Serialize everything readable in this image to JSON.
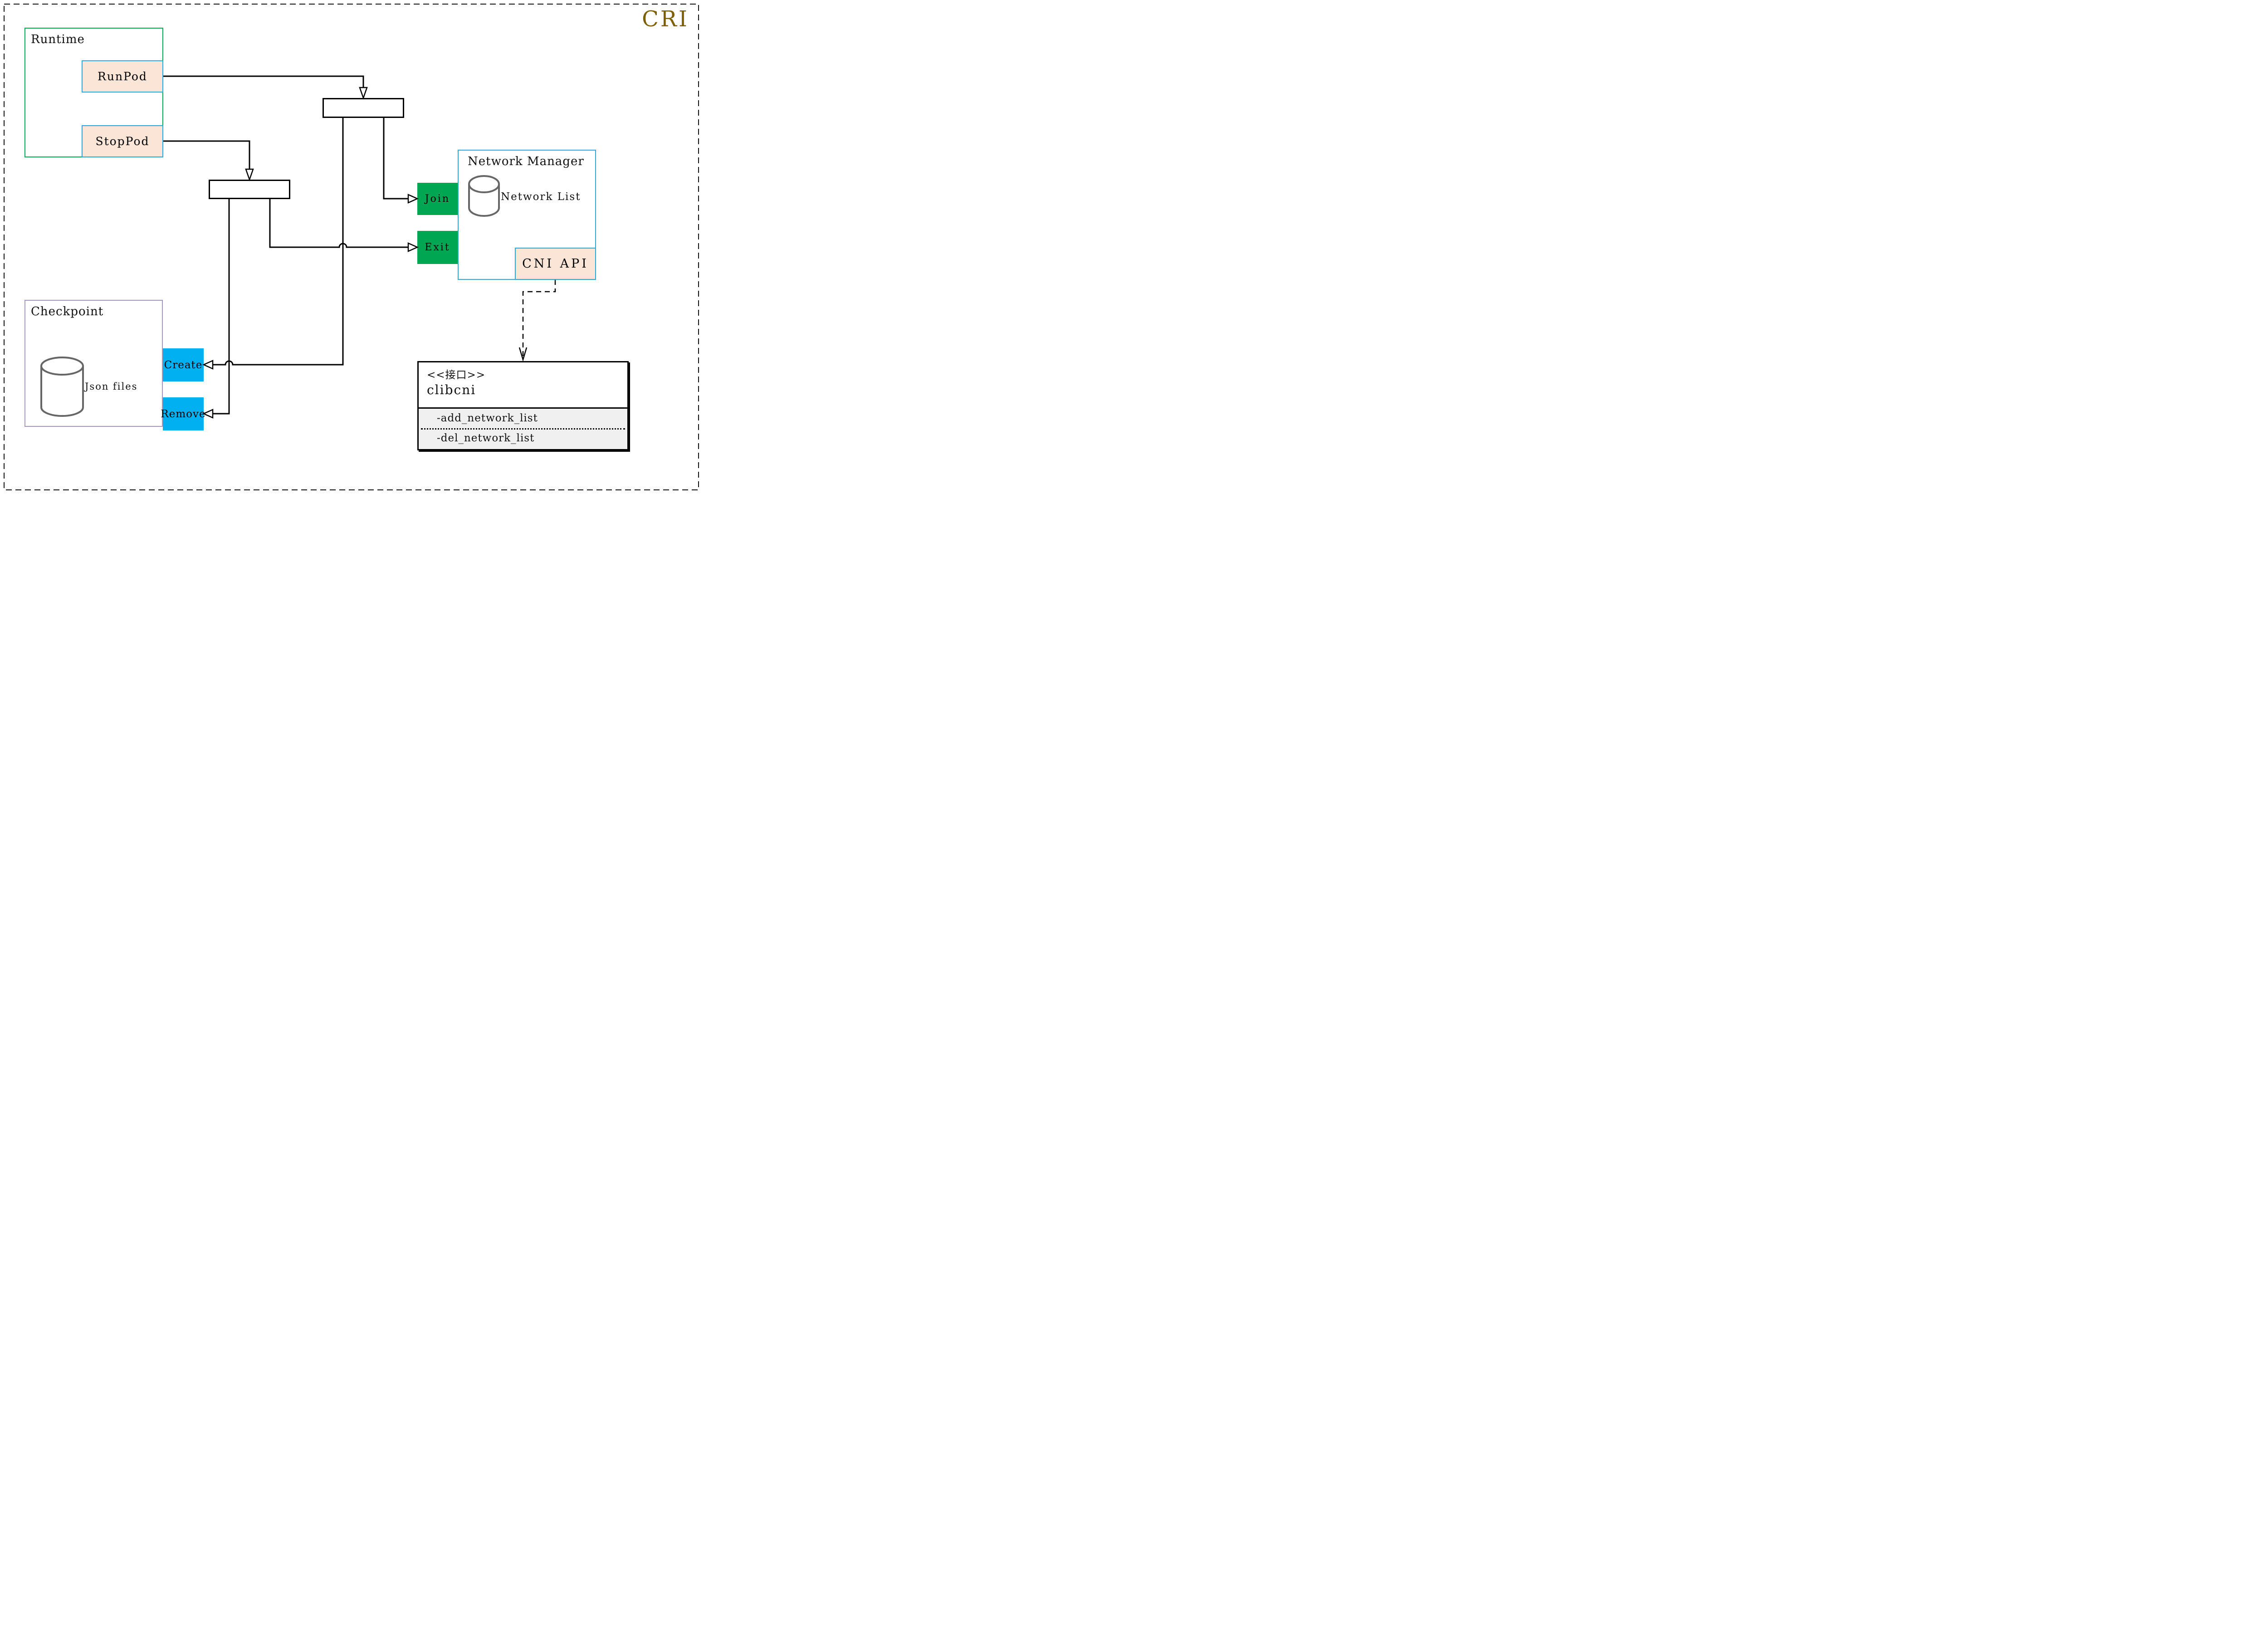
{
  "page": {
    "badge": "CRI"
  },
  "runtime": {
    "title": "Runtime",
    "run_pod": "RunPod",
    "stop_pod": "StopPod"
  },
  "checkpoint": {
    "title": "Checkpoint",
    "store": "Json files",
    "create": "Create",
    "remove": "Remove"
  },
  "network_manager": {
    "title": "Network Manager",
    "store": "Network List",
    "join": "Join",
    "exit": "Exit",
    "cni_api": "CNI API"
  },
  "clibcni": {
    "stereotype": "<<接口>>",
    "name": "clibcni",
    "method_add": "-add_network_list",
    "method_del": "-del_network_list"
  },
  "colors": {
    "badge_text": "#7F6000",
    "runtime_border": "#00B050",
    "checkpoint_border": "#A698C8",
    "network_manager_border": "#35AADF",
    "method_box_fill": "#FBE5D6",
    "method_box_border": "#29ABE2",
    "green_button_fill": "#00A651",
    "blue_button_fill": "#00B0F0",
    "interface_section_fill": "#F0F0F0",
    "database_icon_stroke": "#666666",
    "connector": "#000000"
  }
}
